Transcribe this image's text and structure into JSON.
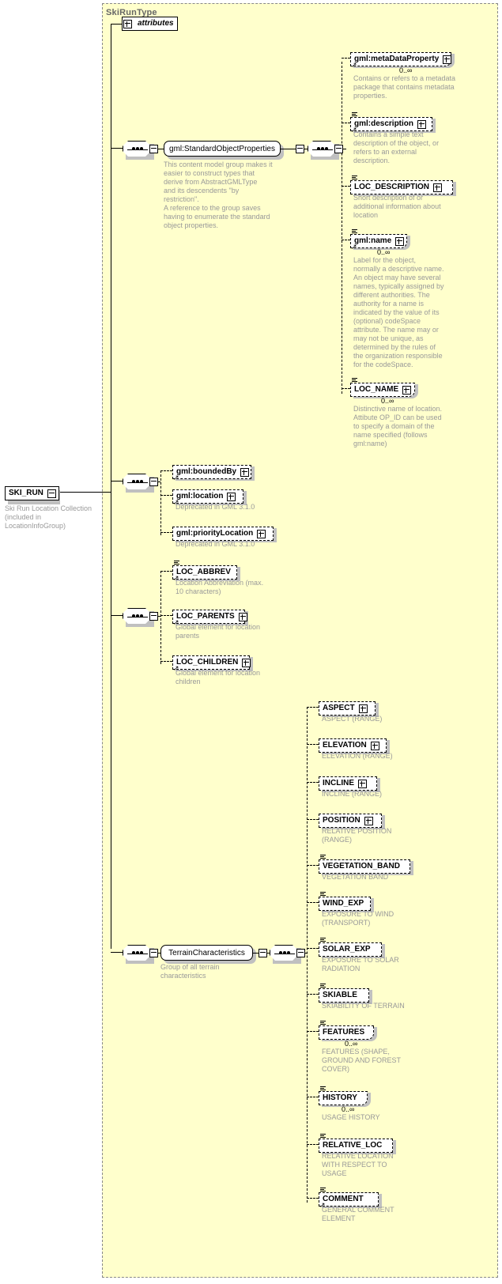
{
  "diagram": {
    "kind": "xsd-schema-diagram",
    "type_title": "SkiRunType",
    "colors": {
      "type_frame_fill": "#ffffcc",
      "frame_border": "#888888",
      "doc_text": "#999999",
      "node_fill": "#ffffff",
      "shadow": "#c0c0c0",
      "line": "#000000"
    }
  },
  "root": {
    "label": "SKI_RUN",
    "doc": "Ski Run Location Collection\n(included in\nLocationInfoGroup)",
    "toggle": "minus"
  },
  "attributes_node": {
    "label": "attributes",
    "toggle": "plus"
  },
  "standard_object_properties": {
    "label": "gml:StandardObjectProperties",
    "doc": "This content model group makes it\neasier to construct types that\n     derive from AbstractGMLType\nand its descendents \"by restriction\".\n     A reference to the group saves\nhaving to enumerate the standard\nobject properties.",
    "toggle": "minus",
    "children": [
      {
        "label": "gml:metaDataProperty",
        "toggle": "plus",
        "occurrence": "0..∞",
        "repeating": true,
        "global_ref": true,
        "simple_marker": false,
        "doc": "Contains or refers to a metadata\npackage that contains metadata\nproperties."
      },
      {
        "label": "gml:description",
        "toggle": "plus",
        "occurrence": "",
        "repeating": false,
        "global_ref": true,
        "simple_marker": true,
        "doc": "Contains a simple text\ndescription of the object, or\nrefers to an external\ndescription."
      },
      {
        "label": "LOC_DESCRIPTION",
        "toggle": "plus",
        "occurrence": "",
        "repeating": false,
        "global_ref": false,
        "simple_marker": true,
        "doc": "Short description of or\nadditional information about\nlocation"
      },
      {
        "label": "gml:name",
        "toggle": "plus",
        "occurrence": "0..∞",
        "repeating": true,
        "global_ref": true,
        "simple_marker": true,
        "doc": "Label for the object,\nnormally a descriptive name.\nAn object may have several\nnames, typically assigned by\ndifferent authorities.  The\nauthority for a name is\nindicated by the value of its\n(optional) codeSpace\nattribute.  The name may or\nmay not be unique, as\ndetermined by the rules of\nthe organization responsible\nfor the codeSpace."
      },
      {
        "label": "LOC_NAME",
        "toggle": "plus",
        "occurrence": "0..∞",
        "repeating": true,
        "global_ref": false,
        "simple_marker": true,
        "doc": "Distinctive name of location.\nAttibute OP_ID can be used\nto specify a domain of the\nname specified (follows\ngml:name)"
      }
    ]
  },
  "location_group": {
    "toggle": "minus",
    "children": [
      {
        "label": "gml:boundedBy",
        "toggle": "plus",
        "global_ref": true,
        "simple_marker": false,
        "doc": ""
      },
      {
        "label": "gml:location",
        "toggle": "plus",
        "global_ref": true,
        "simple_marker": false,
        "doc": "Deprecated in GML 3.1.0"
      },
      {
        "label": "gml:priorityLocation",
        "toggle": "plus",
        "global_ref": false,
        "simple_marker": false,
        "doc": "Deprecated in GML 3.1.0"
      }
    ]
  },
  "loc_group": {
    "toggle": "minus",
    "children": [
      {
        "label": "LOC_ABBREV",
        "toggle": "none",
        "global_ref": true,
        "simple_marker": true,
        "doc": "Location Abbreviation (max.\n10 characters)"
      },
      {
        "label": "LOC_PARENTS",
        "toggle": "plus",
        "global_ref": true,
        "simple_marker": false,
        "doc": "Global element for location\nparents"
      },
      {
        "label": "LOC_CHILDREN",
        "toggle": "plus",
        "global_ref": true,
        "simple_marker": false,
        "doc": "Global element for location\nchildren"
      }
    ]
  },
  "terrain": {
    "group_label": "TerrainCharacteristics",
    "group_doc": "Group of all terrain\ncharacteristics",
    "outer_toggle": "minus",
    "group_toggle": "minus",
    "inner_toggle": "minus",
    "children": [
      {
        "label": "ASPECT",
        "toggle": "plus",
        "occurrence": "",
        "repeating": false,
        "global_ref": false,
        "simple_marker": false,
        "doc": "ASPECT (RANGE)"
      },
      {
        "label": "ELEVATION",
        "toggle": "plus",
        "occurrence": "",
        "repeating": false,
        "global_ref": false,
        "simple_marker": false,
        "doc": "ELEVATION (RANGE)"
      },
      {
        "label": "INCLINE",
        "toggle": "plus",
        "occurrence": "",
        "repeating": false,
        "global_ref": false,
        "simple_marker": false,
        "doc": "INCLINE (RANGE)"
      },
      {
        "label": "POSITION",
        "toggle": "plus",
        "occurrence": "",
        "repeating": false,
        "global_ref": false,
        "simple_marker": false,
        "doc": "RELATIVE POSITION\n(RANGE)"
      },
      {
        "label": "VEGETATION_BAND",
        "toggle": "none",
        "occurrence": "",
        "repeating": false,
        "global_ref": false,
        "simple_marker": true,
        "doc": "VEGETATION BAND"
      },
      {
        "label": "WIND_EXP",
        "toggle": "none",
        "occurrence": "",
        "repeating": false,
        "global_ref": false,
        "simple_marker": true,
        "doc": "EXPOSURE TO WIND\n(TRANSPORT)"
      },
      {
        "label": "SOLAR_EXP",
        "toggle": "none",
        "occurrence": "",
        "repeating": false,
        "global_ref": false,
        "simple_marker": true,
        "doc": "EXPOSURE TO SOLAR\nRADIATION"
      },
      {
        "label": "SKIABLE",
        "toggle": "none",
        "occurrence": "",
        "repeating": false,
        "global_ref": false,
        "simple_marker": true,
        "doc": "SKIABILITY OF TERRAIN"
      },
      {
        "label": "FEATURES",
        "toggle": "none",
        "occurrence": "0..∞",
        "repeating": true,
        "global_ref": false,
        "simple_marker": true,
        "doc": "FEATURES (SHAPE,\nGROUND AND FOREST\nCOVER)"
      },
      {
        "label": "HISTORY",
        "toggle": "none",
        "occurrence": "0..∞",
        "repeating": true,
        "global_ref": false,
        "simple_marker": true,
        "doc": "USAGE HISTORY"
      },
      {
        "label": "RELATIVE_LOC",
        "toggle": "none",
        "occurrence": "",
        "repeating": false,
        "global_ref": false,
        "simple_marker": true,
        "doc": "RELATIVE LOCATION\nWITH RESPECT TO\nUSAGE"
      },
      {
        "label": "COMMENT",
        "toggle": "none",
        "occurrence": "",
        "repeating": false,
        "global_ref": true,
        "simple_marker": true,
        "doc": "GENERAL COMMENT\nELEMENT"
      }
    ]
  }
}
